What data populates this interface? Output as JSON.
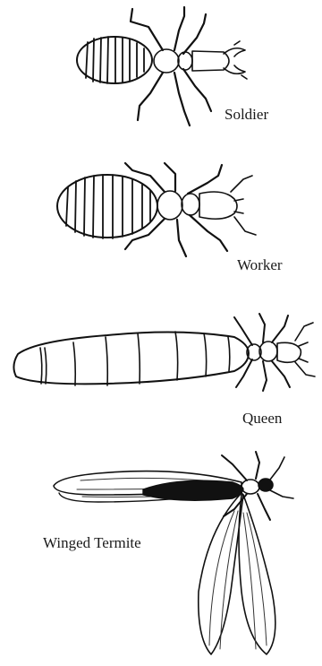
{
  "labels": {
    "soldier": "Soldier",
    "worker": "Worker",
    "queen": "Queen",
    "winged": "Winged Termite"
  },
  "colors": {
    "ink": "#111111",
    "paper": "#ffffff"
  }
}
